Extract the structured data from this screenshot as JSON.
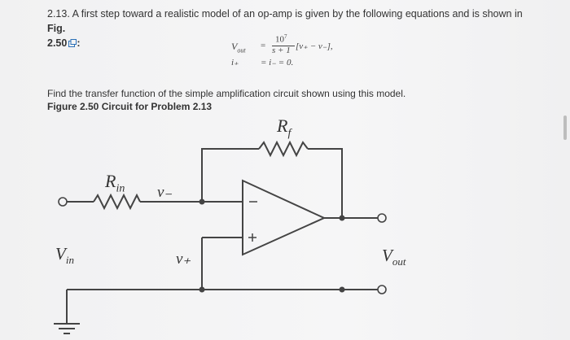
{
  "problem": {
    "number": "2.13.",
    "text": "A first step toward a realistic model of an op-amp is given by the following equations and is shown in",
    "fig_ref": "Fig.",
    "fig_ref_num": "2.50",
    "fig_ref_suffix": ":"
  },
  "equations": {
    "vout_lhs": "V",
    "vout_sub": "out",
    "eq_sign": "=",
    "numerator": "10",
    "numerator_exp": "7",
    "denominator": "s + 1",
    "bracket_expr": "[v₊ − v₋],",
    "i_lhs": "i₊",
    "i_rhs": "=  i₋  = 0."
  },
  "instruction": "Find the transfer function of the simple amplification circuit shown using this model.",
  "figure_caption": "Figure 2.50 Circuit for Problem 2.13",
  "circuit": {
    "rf_label": "R",
    "rf_sub": "f",
    "rin_label": "R",
    "rin_sub": "in",
    "v_minus": "v₋",
    "v_plus": "v₊",
    "vin_label": "V",
    "vin_sub": "in",
    "vout_label": "V",
    "vout_sub": "out",
    "minus_sign": "−",
    "plus_sign": "+"
  },
  "icons": {
    "external_link": "external-link-icon"
  }
}
